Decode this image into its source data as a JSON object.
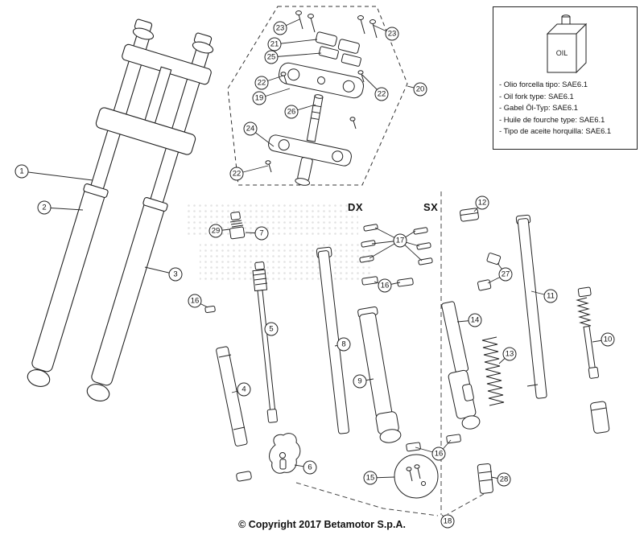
{
  "page": {
    "copyright": "© Copyright 2017 Betamotor S.p.A.",
    "labels": {
      "dx": "DX",
      "sx": "SX"
    }
  },
  "info_box": {
    "oil_label": "OIL",
    "lines": [
      "- Olio forcella tipo: SAE6.1",
      "- Oil fork type: SAE6.1",
      "- Gabel Öl-Typ: SAE6.1",
      "- Huile de fourche type: SAE6.1",
      "- Tipo de aceite horquilla: SAE6.1"
    ]
  },
  "callouts": [
    {
      "label": "1"
    },
    {
      "label": "2"
    },
    {
      "label": "3"
    },
    {
      "label": "23"
    },
    {
      "label": "23"
    },
    {
      "label": "21"
    },
    {
      "label": "25"
    },
    {
      "label": "22"
    },
    {
      "label": "19"
    },
    {
      "label": "22"
    },
    {
      "label": "26"
    },
    {
      "label": "24"
    },
    {
      "label": "22"
    },
    {
      "label": "20"
    },
    {
      "label": "12"
    },
    {
      "label": "17"
    },
    {
      "label": "29"
    },
    {
      "label": "7"
    },
    {
      "label": "16"
    },
    {
      "label": "16"
    },
    {
      "label": "27"
    },
    {
      "label": "11"
    },
    {
      "label": "14"
    },
    {
      "label": "5"
    },
    {
      "label": "8"
    },
    {
      "label": "10"
    },
    {
      "label": "13"
    },
    {
      "label": "9"
    },
    {
      "label": "4"
    },
    {
      "label": "6"
    },
    {
      "label": "16"
    },
    {
      "label": "15"
    },
    {
      "label": "28"
    },
    {
      "label": "18"
    }
  ]
}
